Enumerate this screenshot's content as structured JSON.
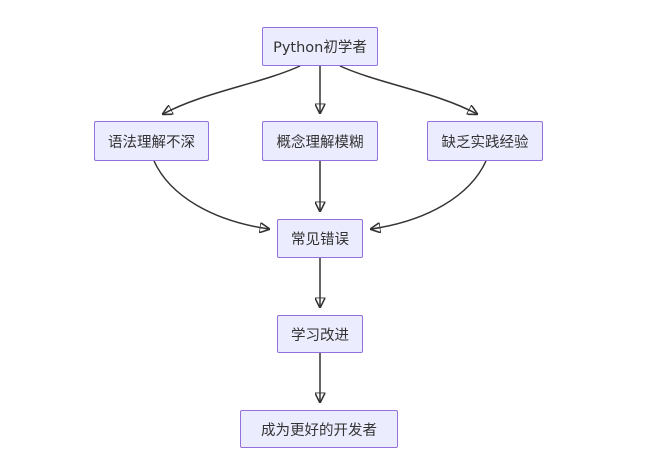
{
  "diagram": {
    "type": "flowchart",
    "direction": "top-down",
    "nodes": [
      {
        "id": "start",
        "label": "Python初学者"
      },
      {
        "id": "grammar",
        "label": "语法理解不深"
      },
      {
        "id": "concept",
        "label": "概念理解模糊"
      },
      {
        "id": "practice",
        "label": "缺乏实践经验"
      },
      {
        "id": "errors",
        "label": "常见错误"
      },
      {
        "id": "improve",
        "label": "学习改进"
      },
      {
        "id": "better",
        "label": "成为更好的开发者"
      }
    ],
    "edges": [
      {
        "from": "start",
        "to": "grammar"
      },
      {
        "from": "start",
        "to": "concept"
      },
      {
        "from": "start",
        "to": "practice"
      },
      {
        "from": "grammar",
        "to": "errors"
      },
      {
        "from": "concept",
        "to": "errors"
      },
      {
        "from": "practice",
        "to": "errors"
      },
      {
        "from": "errors",
        "to": "improve"
      },
      {
        "from": "improve",
        "to": "better"
      }
    ],
    "colors": {
      "node_fill": "#ECECFF",
      "node_border": "#9370DB",
      "arrow": "#333333",
      "text": "#333333",
      "background": "#FFFFFF"
    }
  }
}
